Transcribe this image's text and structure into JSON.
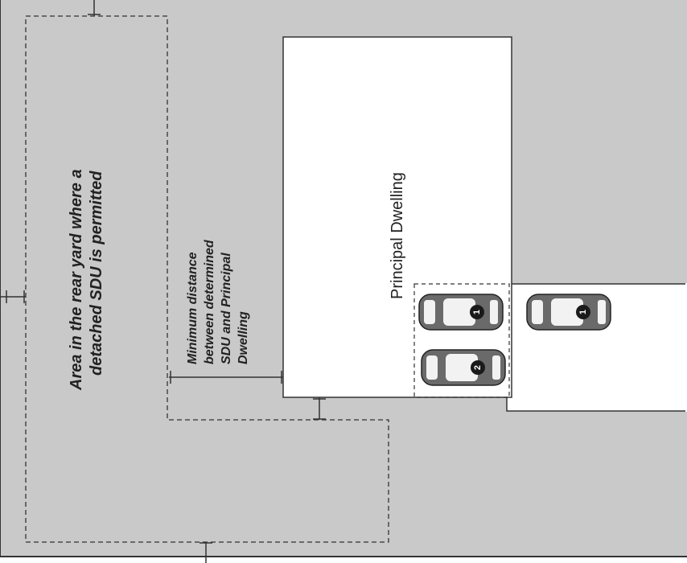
{
  "diagram": {
    "colors": {
      "lot_fill": "#c9c9c9",
      "building_fill": "#ffffff",
      "line": "#333333",
      "car_body": "#6a6a6a",
      "car_glass": "#f2f2f2",
      "badge": "#1a1a1a"
    },
    "labels": {
      "rear_yard_area_line1": "Area in the rear yard where a",
      "rear_yard_area_line2": "detached SDU is permitted",
      "min_distance_line1": "Minimum distance",
      "min_distance_line2": "between determined",
      "min_distance_line3": "SDU and Principal",
      "min_distance_line4": "Dwelling",
      "principal_dwelling": "Principal Dwelling"
    },
    "parking": [
      {
        "label": "1",
        "location": "garage-top"
      },
      {
        "label": "2",
        "location": "garage-bottom"
      },
      {
        "label": "1",
        "location": "driveway"
      }
    ]
  }
}
